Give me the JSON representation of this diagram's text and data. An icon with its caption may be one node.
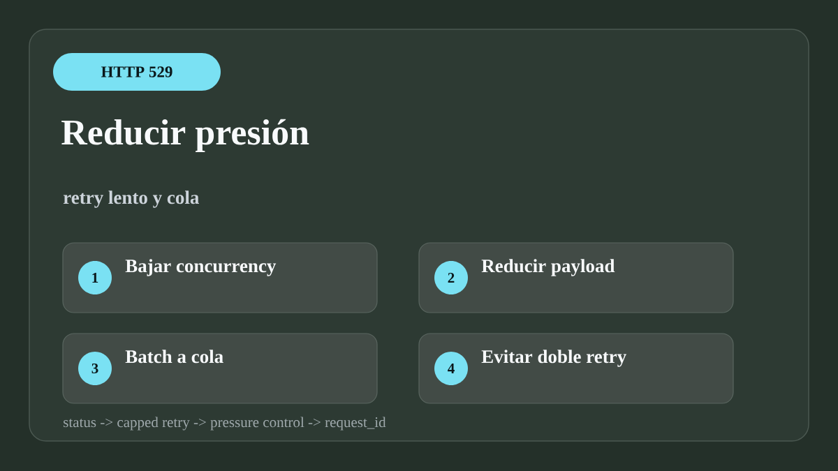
{
  "diagram": {
    "title": "Reducir presión",
    "nodes": [
      {
        "text": [],
        "shape": "box"
      },
      {
        "text": [
          "HTTP 529"
        ],
        "in": 0
      },
      {
        "text": [
          "Bajar concurrency"
        ],
        "in": 0
      },
      {
        "text": [
          "1"
        ],
        "in": 2
      },
      {
        "text": [
          "Reducir payload"
        ],
        "in": 0
      },
      {
        "text": [
          "2"
        ],
        "in": 4
      },
      {
        "text": [
          "Batch a cola"
        ],
        "in": 0
      },
      {
        "text": [
          "3"
        ],
        "in": 6
      },
      {
        "text": [
          "Evitar doble retry"
        ],
        "in": 0
      },
      {
        "text": [
          "4"
        ],
        "in": 8
      }
    ],
    "labels": [
      "retry lento y cola",
      "status -> capped retry -> pressure control -> request_id"
    ]
  }
}
